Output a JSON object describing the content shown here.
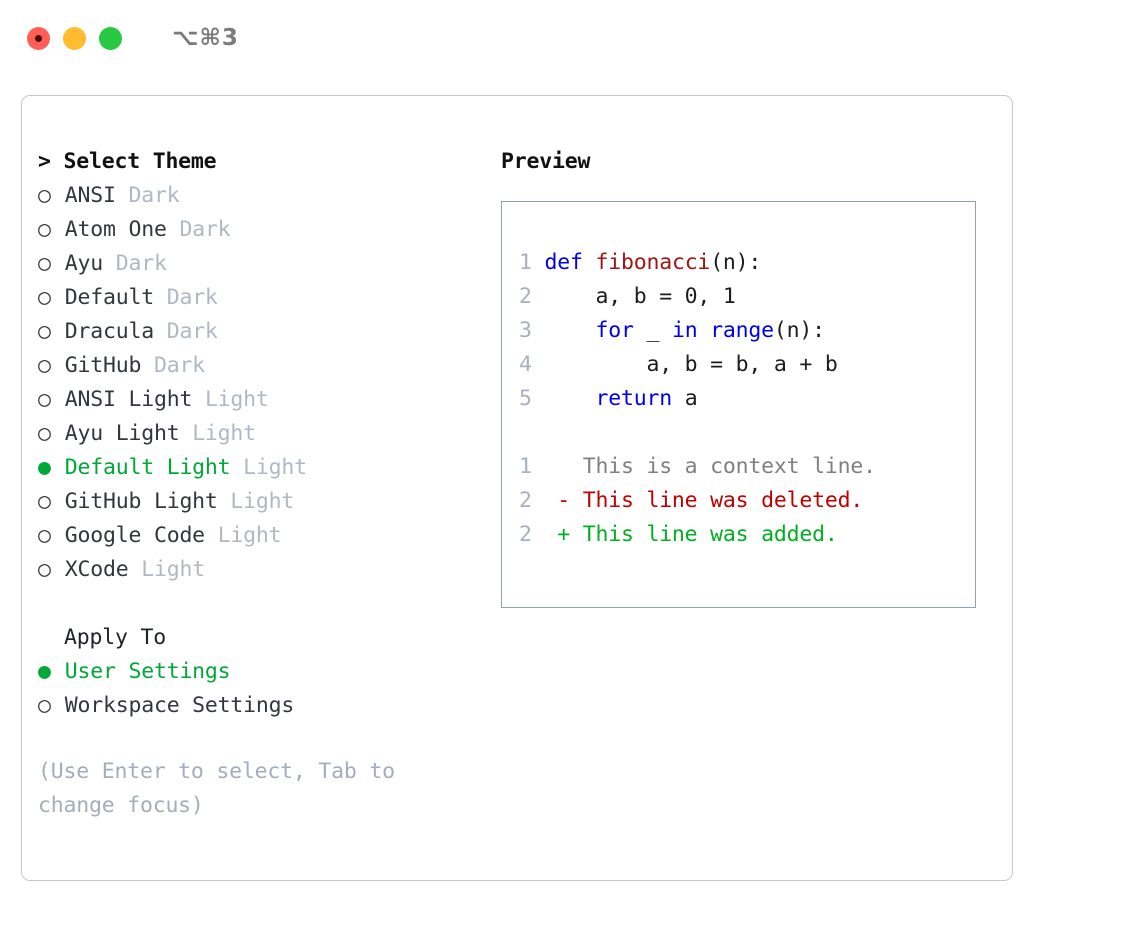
{
  "window": {
    "shortcut": "⌥⌘3",
    "traffic_lights": [
      {
        "name": "close-button",
        "color": "#ff5f57"
      },
      {
        "name": "minimize-button",
        "color": "#febc2e"
      },
      {
        "name": "maximize-button",
        "color": "#28c840"
      }
    ]
  },
  "theme_list": {
    "header": "> Select Theme",
    "items": [
      {
        "bullet": "○",
        "label": "ANSI",
        "mode": "Dark",
        "selected": false
      },
      {
        "bullet": "○",
        "label": "Atom One",
        "mode": "Dark",
        "selected": false
      },
      {
        "bullet": "○",
        "label": "Ayu",
        "mode": "Dark",
        "selected": false
      },
      {
        "bullet": "○",
        "label": "Default",
        "mode": "Dark",
        "selected": false
      },
      {
        "bullet": "○",
        "label": "Dracula",
        "mode": "Dark",
        "selected": false
      },
      {
        "bullet": "○",
        "label": "GitHub",
        "mode": "Dark",
        "selected": false
      },
      {
        "bullet": "○",
        "label": "ANSI Light",
        "mode": "Light",
        "selected": false
      },
      {
        "bullet": "○",
        "label": "Ayu Light",
        "mode": "Light",
        "selected": false
      },
      {
        "bullet": "●",
        "label": "Default Light",
        "mode": "Light",
        "selected": true
      },
      {
        "bullet": "○",
        "label": "GitHub Light",
        "mode": "Light",
        "selected": false
      },
      {
        "bullet": "○",
        "label": "Google Code",
        "mode": "Light",
        "selected": false
      },
      {
        "bullet": "○",
        "label": "XCode",
        "mode": "Light",
        "selected": false
      }
    ]
  },
  "apply_to": {
    "label": "Apply To",
    "options": [
      {
        "bullet": "●",
        "label": "User Settings",
        "selected": true
      },
      {
        "bullet": "○",
        "label": "Workspace Settings",
        "selected": false
      }
    ]
  },
  "hint": "(Use Enter to select, Tab to change focus)",
  "preview": {
    "title": "Preview",
    "code_lines": [
      {
        "no": "1",
        "tokens": [
          {
            "t": "def ",
            "c": "kw"
          },
          {
            "t": "fibonacci",
            "c": "fn"
          },
          {
            "t": "(n):",
            "c": ""
          }
        ]
      },
      {
        "no": "2",
        "tokens": [
          {
            "t": "    a, b = 0, 1",
            "c": ""
          }
        ]
      },
      {
        "no": "3",
        "tokens": [
          {
            "t": "    ",
            "c": ""
          },
          {
            "t": "for",
            "c": "kw"
          },
          {
            "t": " _ ",
            "c": ""
          },
          {
            "t": "in range",
            "c": "kw"
          },
          {
            "t": "(n):",
            "c": ""
          }
        ]
      },
      {
        "no": "4",
        "tokens": [
          {
            "t": "        a, b = b, a + b",
            "c": ""
          }
        ]
      },
      {
        "no": "5",
        "tokens": [
          {
            "t": "    ",
            "c": ""
          },
          {
            "t": "return",
            "c": "kw"
          },
          {
            "t": " a",
            "c": ""
          }
        ]
      }
    ],
    "diff_lines": [
      {
        "no": "1",
        "marker": " ",
        "text": " This is a context line.",
        "c": "ctx"
      },
      {
        "no": "2",
        "marker": "-",
        "text": " This line was deleted.",
        "c": "del"
      },
      {
        "no": "2",
        "marker": "+",
        "text": " This line was added.",
        "c": "add"
      }
    ]
  },
  "colors": {
    "accent_green": "#00a838",
    "muted": "#b0b8c4",
    "keyword": "#0000f0",
    "function": "#a31515",
    "diff_deleted": "#c00000",
    "diff_added": "#00b020",
    "panel_border": "#c3c8d2",
    "preview_border": "#93a0b2"
  }
}
